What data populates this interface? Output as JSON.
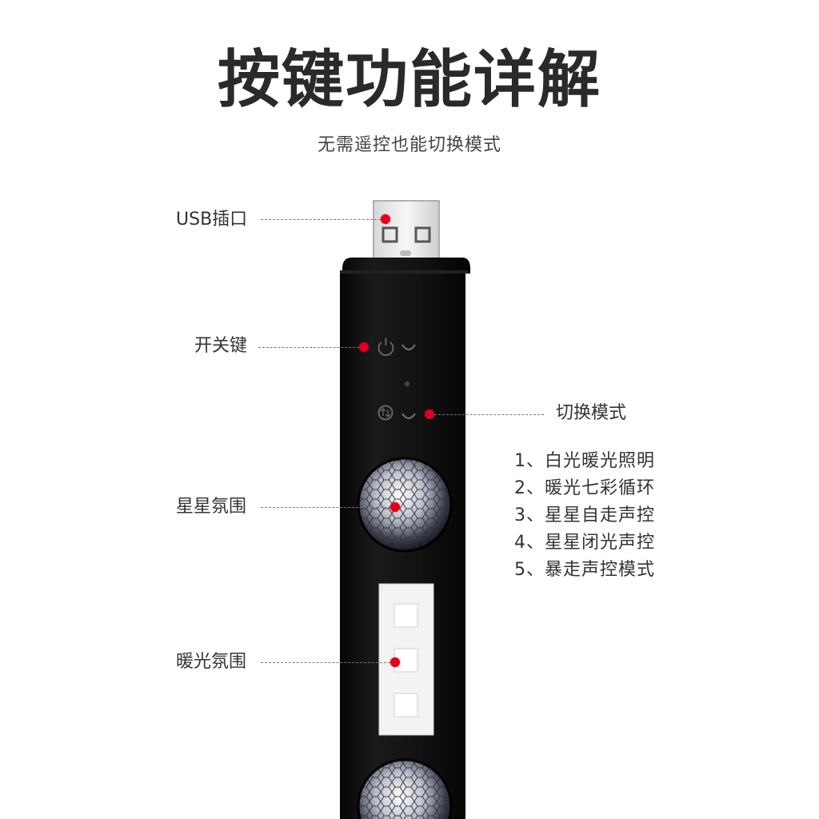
{
  "title": "按键功能详解",
  "subtitle": "无需遥控也能切换模式",
  "callouts": {
    "usb": "USB插口",
    "power": "开关键",
    "mode_switch": "切换模式",
    "star": "星星氛围",
    "warm": "暖光氛围"
  },
  "modes": [
    "1、白光暖光照明",
    "2、暖光七彩循环",
    "3、星星自走声控",
    "4、星星闭光声控",
    "5、暴走声控模式"
  ],
  "icons": [
    "power-icon",
    "mode-switch-icon"
  ],
  "colors": {
    "marker": "#e0001b",
    "body": "#111111",
    "text": "#333333"
  }
}
